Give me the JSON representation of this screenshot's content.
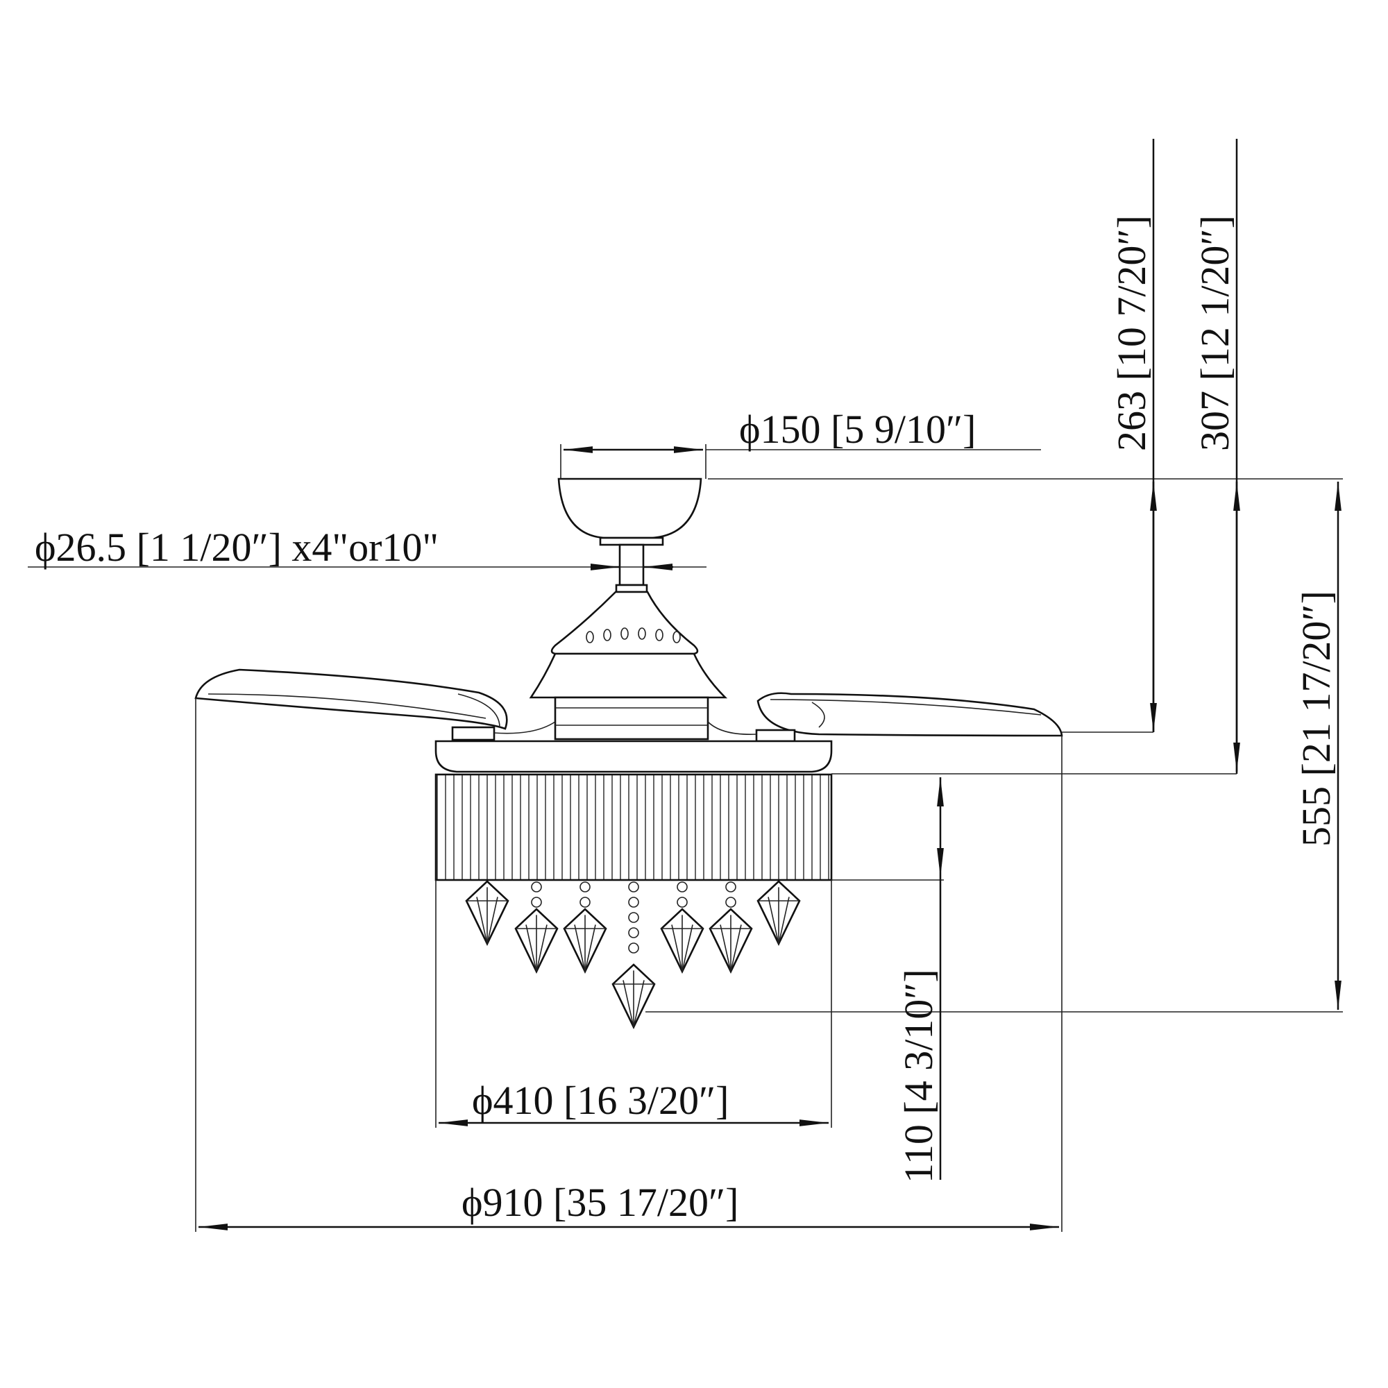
{
  "dimensions": {
    "canopy_diameter": "ϕ150 [5 9/10″]",
    "downrod_diameter": "ϕ26.5 [1 1/20″] x4\"or10\"",
    "height_to_blade": "263 [10 7/20″]",
    "height_to_shade": "307 [12 1/20″]",
    "overall_height": "555 [21 17/20″]",
    "crystal_drop": "110 [4 3/10″]",
    "shade_diameter": "ϕ410 [16 3/20″]",
    "span_diameter": "ϕ910 [35 17/20″]"
  }
}
